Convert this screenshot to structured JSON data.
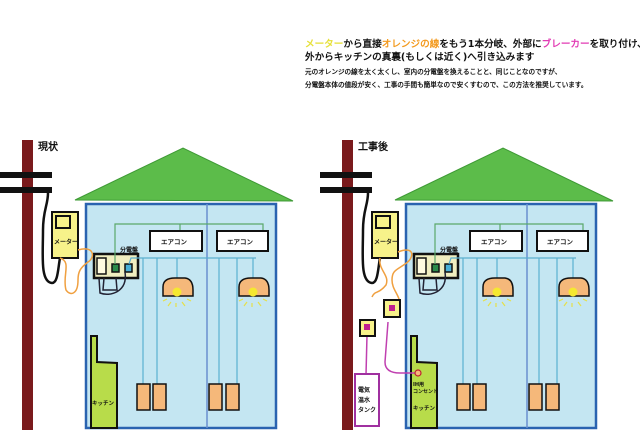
{
  "headline": {
    "line1": [
      {
        "text": "メーター",
        "color": "#e6e03a"
      },
      {
        "text": "から直接",
        "color": "#111111"
      },
      {
        "text": "オレンジの線",
        "color": "#f39a1e"
      },
      {
        "text": "をもう1本分岐、外部に",
        "color": "#111111"
      },
      {
        "text": "ブレーカー",
        "color": "#e23cb4"
      },
      {
        "text": "を取り付け、",
        "color": "#111111"
      }
    ],
    "line2": "外からキッチンの真裏(もしくは近く)へ引き込みます"
  },
  "body": {
    "line1": "元のオレンジの線を太く太くし、室内の分電盤を換えることと、同じことなのですが、",
    "line2": "分電盤本体の値段が安く、工事の手間も簡単なので安くすむので、この方法を推奨しています。"
  },
  "panels": {
    "before": {
      "title": "現状",
      "meter": "メーター",
      "breaker_panel": "分電盤",
      "aircon1": "エアコン",
      "aircon2": "エアコン",
      "kitchen": "キッチン"
    },
    "after": {
      "title": "工事後",
      "meter": "メーター",
      "breaker_panel": "分電盤",
      "aircon1": "エアコン",
      "aircon2": "エアコン",
      "kitchen": "キッチン",
      "ih_outlet_1": "IH用",
      "ih_outlet_2": "コンセント",
      "tank_1": "電気",
      "tank_2": "温水",
      "tank_3": "タンク"
    }
  },
  "colors": {
    "pole": "#7a1a1c",
    "roof": "#5cbc4a",
    "house": "#c4e6f2",
    "house_border": "#2a63b0",
    "meter": "#f7f28a",
    "kitchen": "#b8dc4a",
    "orange_wire": "#f0a040",
    "magenta_wire": "#c040b0",
    "green_wire": "#5aa86a",
    "blue_wire": "#5ab0d0",
    "outlet": "#f5b87a"
  }
}
